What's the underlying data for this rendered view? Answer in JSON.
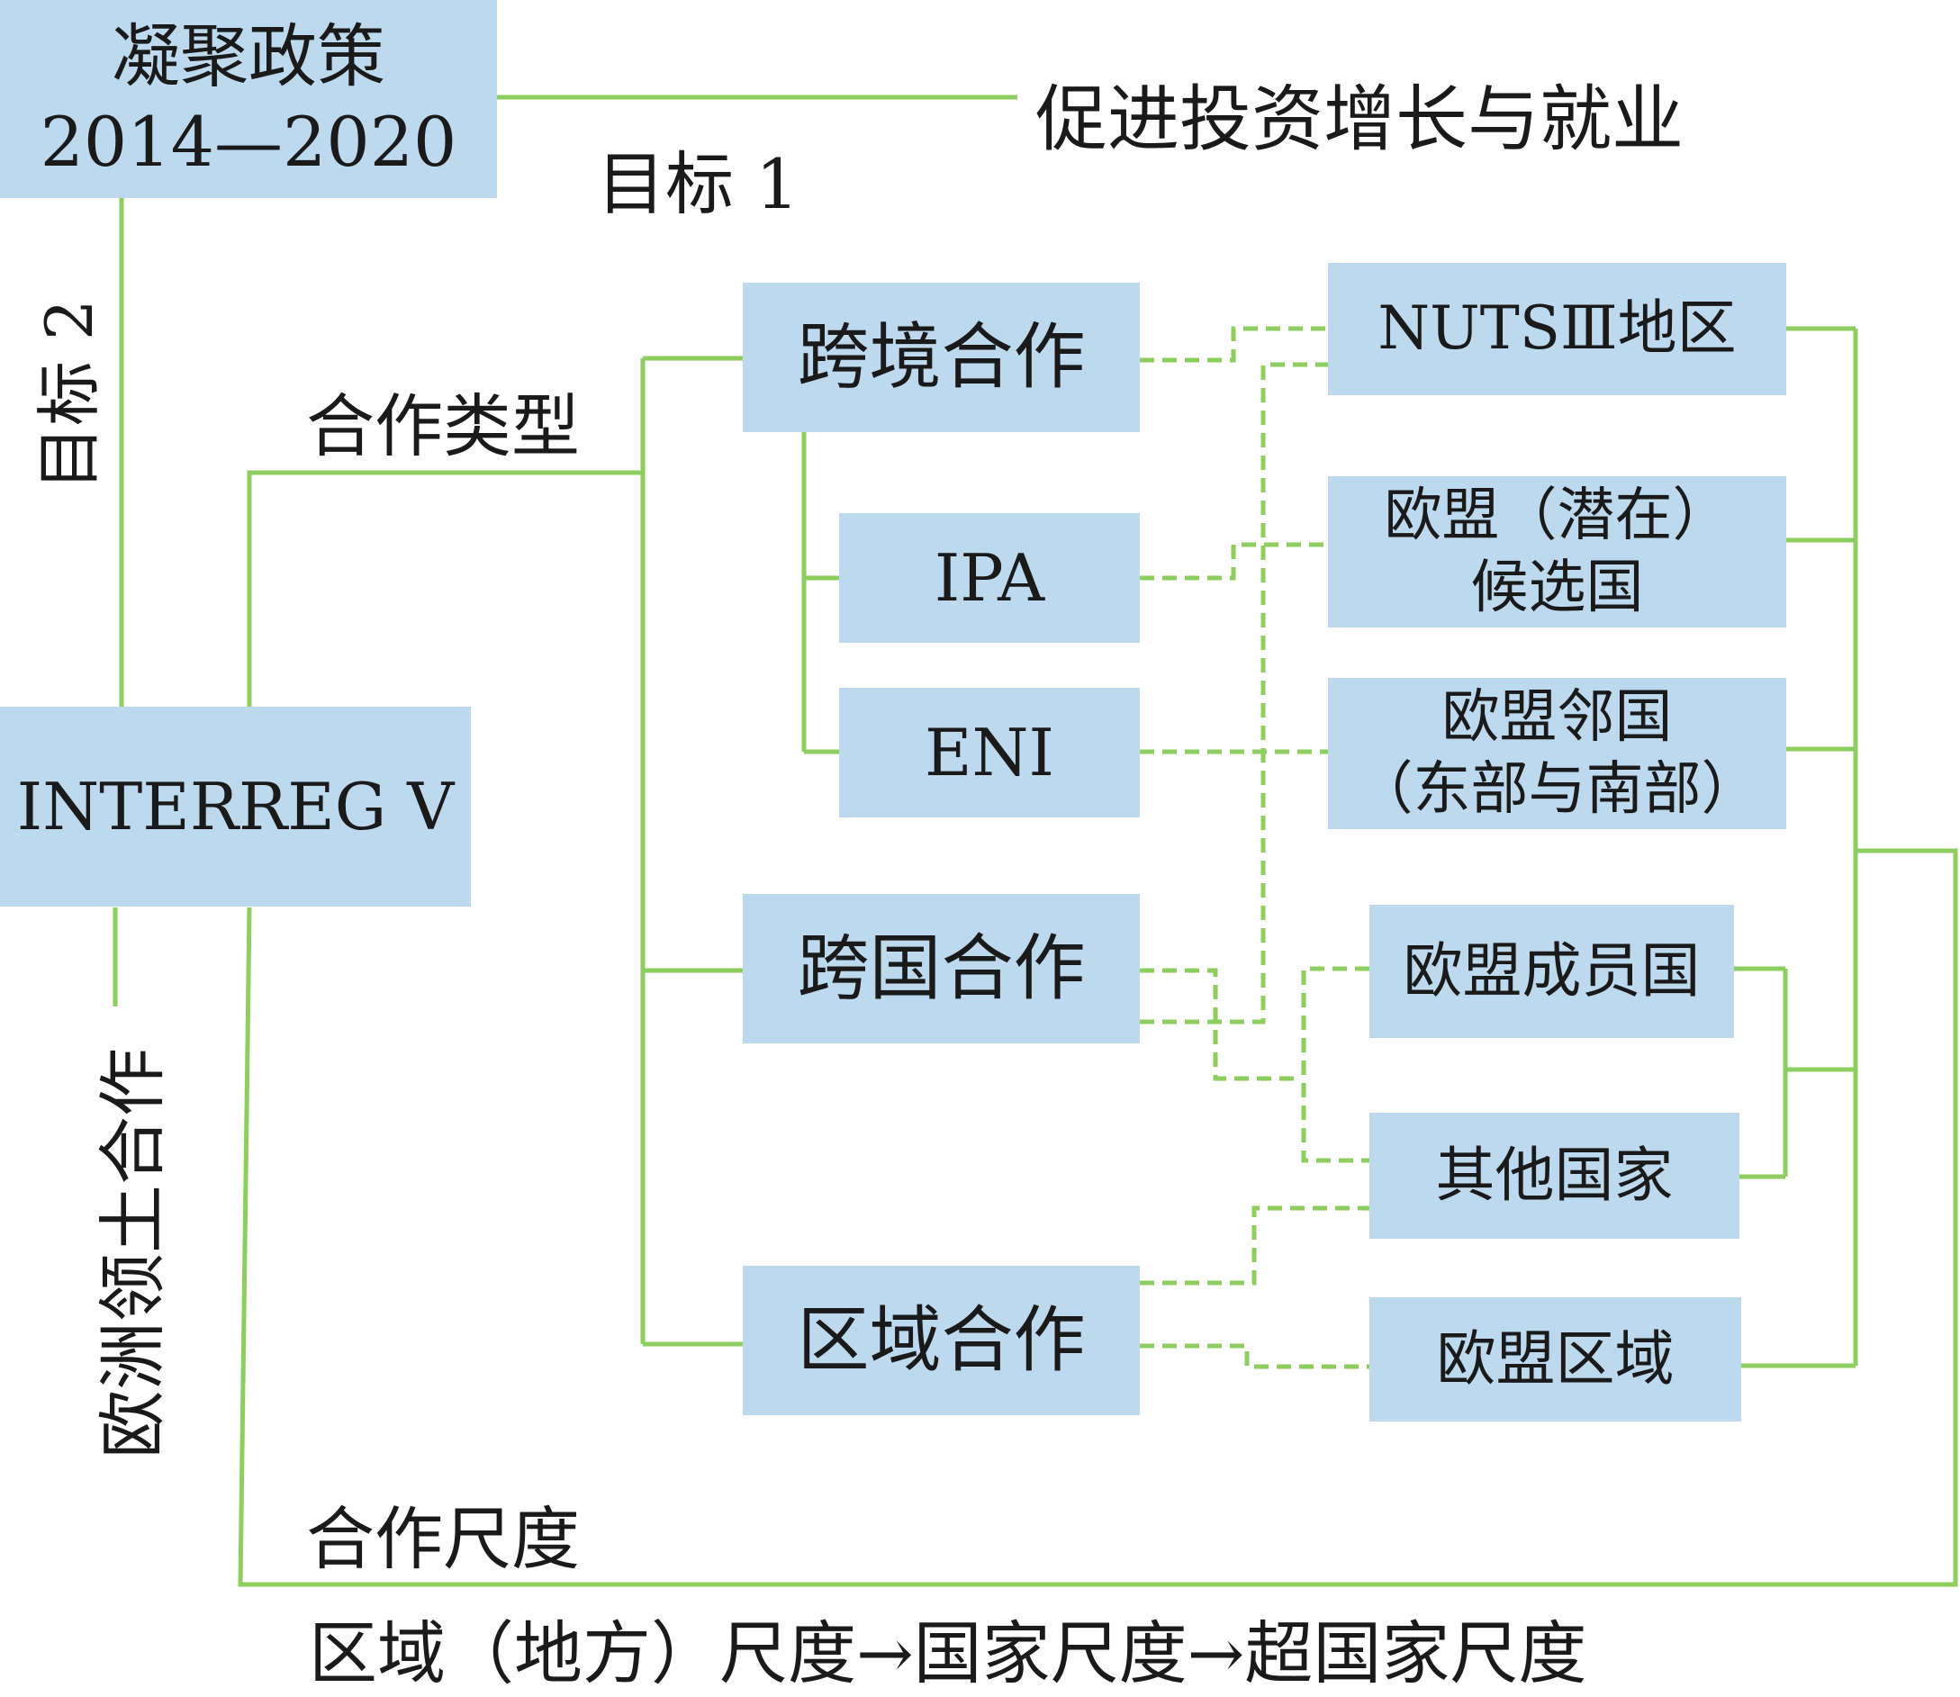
{
  "colors": {
    "box_fill": "#bcd9ee",
    "line": "#8dcf5e"
  },
  "policy": {
    "title": "凝聚政策",
    "period": "2014—2020"
  },
  "goal1": {
    "label": "目标 1",
    "text": "促进投资增长与就业"
  },
  "goal2": {
    "label": "目标 2"
  },
  "interreg": {
    "label": "INTERREG Ⅴ"
  },
  "eu_territorial": {
    "label": "欧洲领土合作"
  },
  "coop_type": {
    "label": "合作类型"
  },
  "coop_scale": {
    "label": "合作尺度",
    "scale_text": "区域（地方）尺度→国家尺度→超国家尺度"
  },
  "types": {
    "cross_border": "跨境合作",
    "ipa": "IPA",
    "eni": "ENI",
    "transnational": "跨国合作",
    "interregional": "区域合作"
  },
  "areas": {
    "nuts3": "NUTSⅢ地区",
    "candidates": "欧盟（潜在）\n候选国",
    "neighbours": "欧盟邻国\n（东部与南部）",
    "members": "欧盟成员国",
    "others": "其他国家",
    "eu_regions": "欧盟区域"
  }
}
